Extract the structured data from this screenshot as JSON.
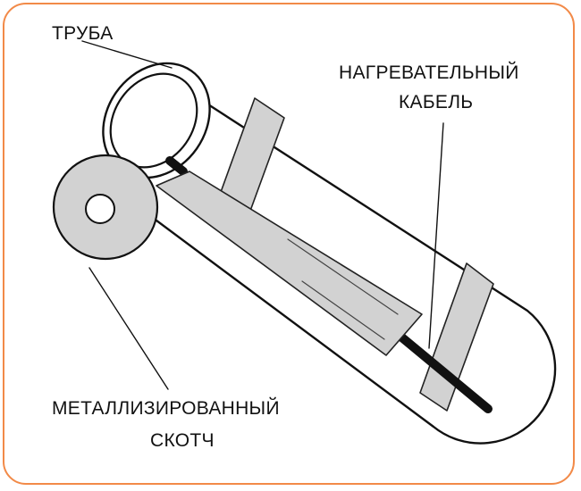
{
  "labels": {
    "pipe": "ТРУБА",
    "heating_cable_line1": "НАГРЕВАТЕЛЬНЫЙ",
    "heating_cable_line2": "КАБЕЛЬ",
    "tape_line1": "МЕТАЛЛИЗИРОВАННЫЙ",
    "tape_line2": "СКОТЧ"
  },
  "colors": {
    "frame": "#f28a48",
    "tape": "#d2d2d2",
    "cable": "#111111",
    "outline": "#111111",
    "pipe_fill": "#ffffff"
  }
}
